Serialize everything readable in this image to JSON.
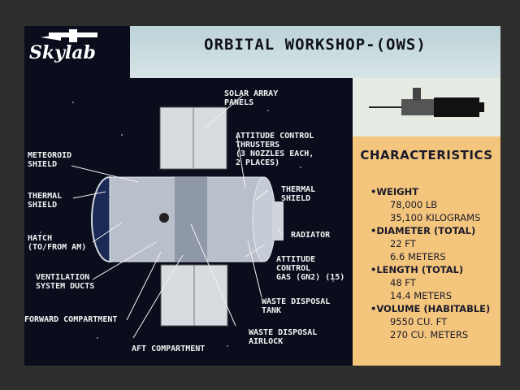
{
  "header": {
    "title": "ORBITAL WORKSHOP-(OWS)",
    "logo_text": "Skylab"
  },
  "characteristics": {
    "title": "CHARACTERISTICS",
    "items": [
      {
        "label": "WEIGHT",
        "values": [
          "78,000 LB",
          "35,100 KILOGRAMS"
        ]
      },
      {
        "label": "DIAMETER (TOTAL)",
        "values": [
          "22 FT",
          "6.6 METERS"
        ]
      },
      {
        "label": "LENGTH (TOTAL)",
        "values": [
          "48 FT",
          "14.4 METERS"
        ]
      },
      {
        "label": "VOLUME (HABITABLE)",
        "values": [
          "9550 CU. FT",
          "270 CU. METERS"
        ]
      }
    ]
  },
  "labels": {
    "solar_array": "SOLAR ARRAY\nPANELS",
    "attitude_thrusters": "ATTITUDE CONTROL\nTHRUSTERS\n(3 NOZZLES EACH,\n2 PLACES)",
    "meteoroid_shield": "METEOROID\nSHIELD",
    "thermal_shield_left": "THERMAL\nSHIELD",
    "thermal_shield_right": "THERMAL\nSHIELD",
    "hatch": "HATCH\n(TO/FROM AM)",
    "radiator": "RADIATOR",
    "ventilation": "VENTILATION\nSYSTEM DUCTS",
    "attitude_gas": "ATTITUDE\nCONTROL\nGAS (GN2) (15)",
    "forward_compartment": "FORWARD COMPARTMENT",
    "waste_tank": "WASTE DISPOSAL\nTANK",
    "aft_compartment": "AFT COMPARTMENT",
    "waste_airlock": "WASTE DISPOSAL\nAIRLOCK"
  }
}
